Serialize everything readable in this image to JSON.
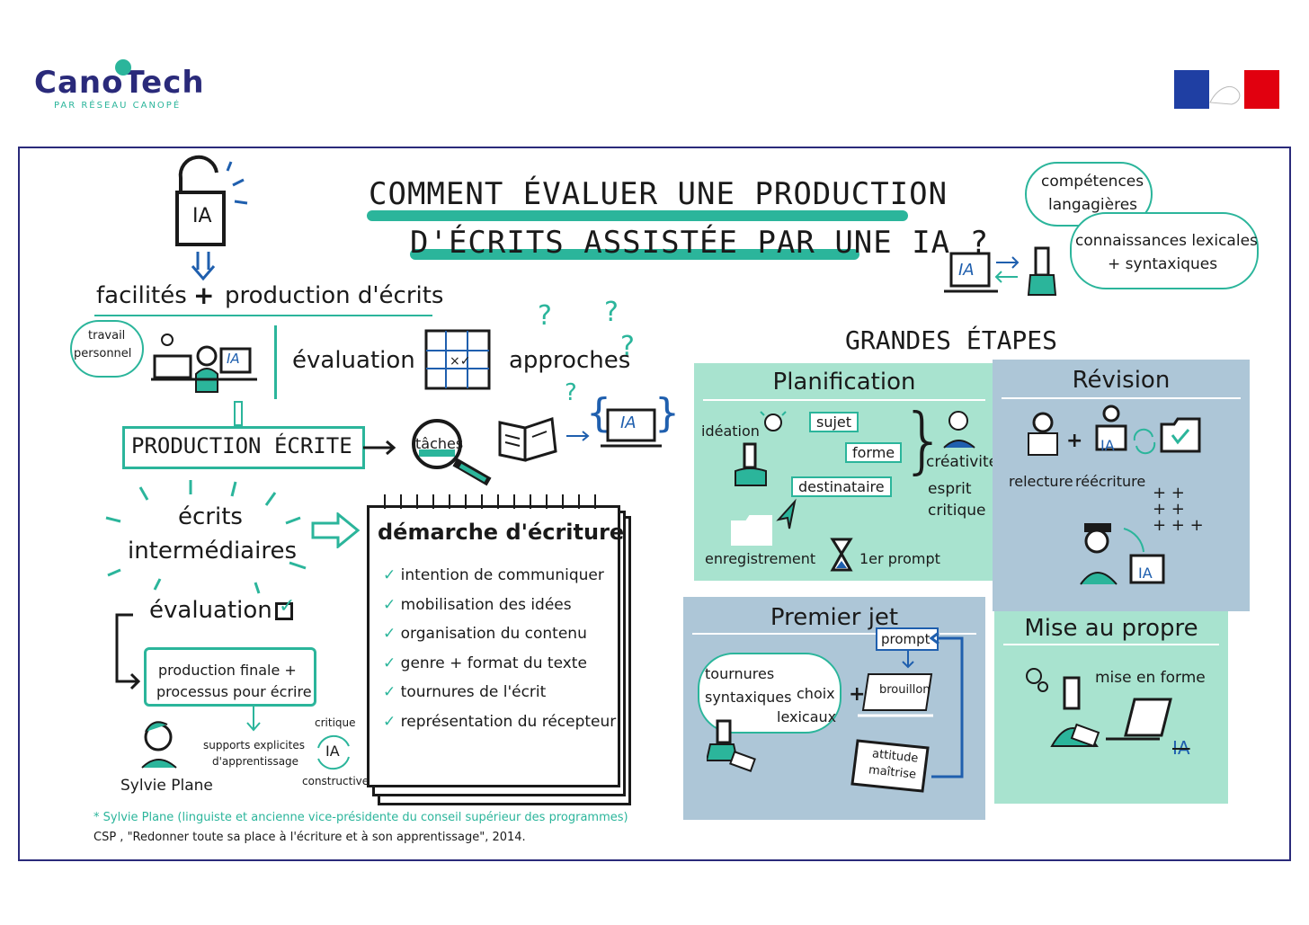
{
  "brand": {
    "name": "CanoTech",
    "subtitle": "PAR RÉSEAU CANOPÉ"
  },
  "title": {
    "line1": "COMMENT ÉVALUER UNE PRODUCTION",
    "line2": "D'ÉCRITS ASSISTÉE PAR UNE IA ?"
  },
  "colors": {
    "accent": "#2bb59b",
    "blue": "#1f5fae",
    "frame": "#2a2a7a",
    "card_green": "#a8e3cf",
    "card_blue": "#adc6d7"
  },
  "left": {
    "ia_lock_label": "IA",
    "facilites": "facilités",
    "plus": "+",
    "production_ecrits": "production d'écrits",
    "travail": "travail",
    "personnel": "personnel",
    "laptop_ia": "IA",
    "evaluation": "évaluation",
    "approches": "approches",
    "production_ecrite": "PRODUCTION ÉCRITE",
    "taches": "tâches",
    "screen_ia": "IA",
    "ecrits": "écrits",
    "intermediaires": "intermédiaires",
    "evaluation2": "évaluation",
    "production_finale": "production finale +",
    "processus": "processus pour écrire",
    "supports1": "supports explicites",
    "supports2": "d'apprentissage",
    "critique": "critique",
    "cycle_ia": "IA",
    "constructive": "constructive",
    "sylvie": "Sylvie Plane",
    "footnote1": "* Sylvie Plane (linguiste et ancienne vice-présidente du conseil supérieur des programmes)",
    "footnote2": "CSP , \"Redonner toute sa place à l'écriture et à son apprentissage\",  2014."
  },
  "demarche": {
    "title": "démarche d'écriture",
    "items": [
      "intention de communiquer",
      "mobilisation  des idées",
      "organisation du contenu",
      "genre + format du texte",
      "tournures de l'écrit",
      "représentation du récepteur"
    ]
  },
  "top_right": {
    "competences1": "compétences",
    "competences2": "langagières",
    "connaissances1": "connaissances lexicales",
    "connaissances2": "+ syntaxiques",
    "laptop_ia": "IA"
  },
  "etapes": {
    "heading": "GRANDES ÉTAPES",
    "planification": {
      "title": "Planification",
      "ideation": "idéation",
      "sujet": "sujet",
      "forme": "forme",
      "destinataire": "destinataire",
      "creativite": "créativité",
      "esprit": "esprit",
      "critique": "critique",
      "enregistrement": "enregistrement",
      "prompt": "1er prompt"
    },
    "revision": {
      "title": "Révision",
      "relecture": "relecture",
      "reecriture": "réécriture",
      "ia": "IA",
      "ia2": "IA"
    },
    "premier_jet": {
      "title": "Premier jet",
      "tournures1": "tournures",
      "tournures2": "syntaxiques",
      "choix": "choix",
      "lexicaux": "lexicaux",
      "prompt": "prompt",
      "brouillon": "brouillon",
      "attitude": "attitude",
      "maitrise": "maîtrise"
    },
    "mise_au_propre": {
      "title": "Mise au propre",
      "mise_en_forme": "mise en forme",
      "ia": "IA"
    }
  }
}
